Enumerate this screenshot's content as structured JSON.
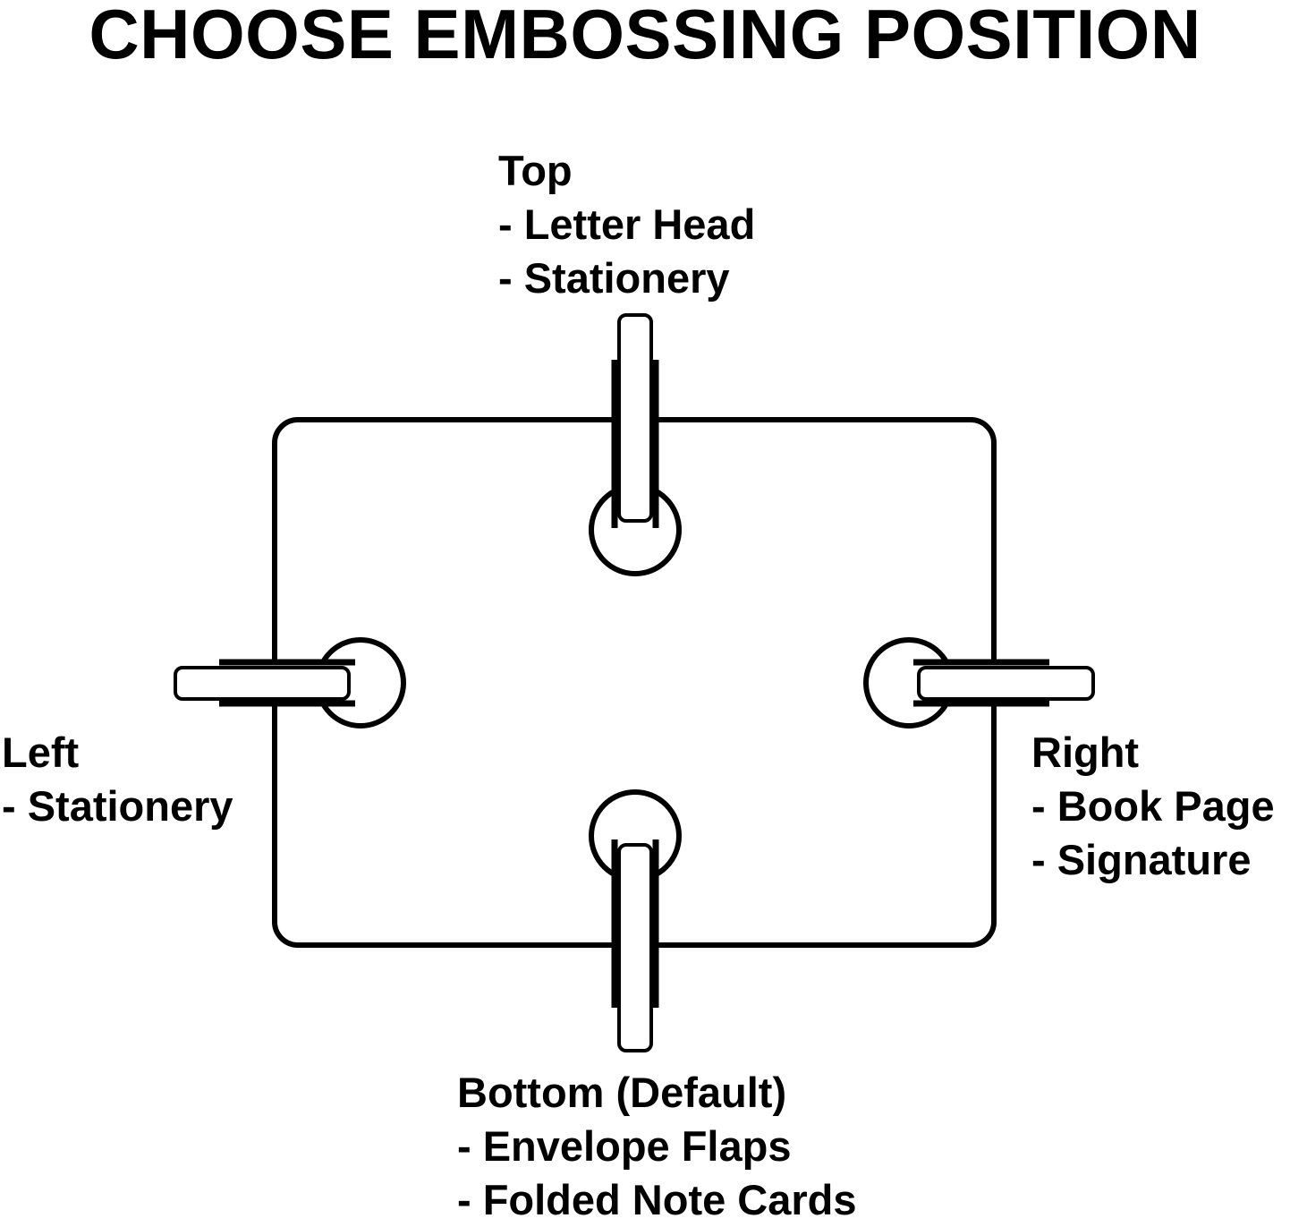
{
  "title": "CHOOSE EMBOSSING POSITION",
  "positions": {
    "top": {
      "heading": "Top",
      "uses": [
        "- Letter Head",
        "- Stationery"
      ]
    },
    "left": {
      "heading": "Left",
      "uses": [
        "- Stationery"
      ]
    },
    "right": {
      "heading": "Right",
      "uses": [
        "- Book Page",
        "- Signature"
      ]
    },
    "bottom": {
      "heading": "Bottom (Default)",
      "uses": [
        "- Envelope Flaps",
        "- Folded Note Cards"
      ]
    }
  },
  "colors": {
    "stroke": "#000000",
    "background": "#ffffff"
  }
}
